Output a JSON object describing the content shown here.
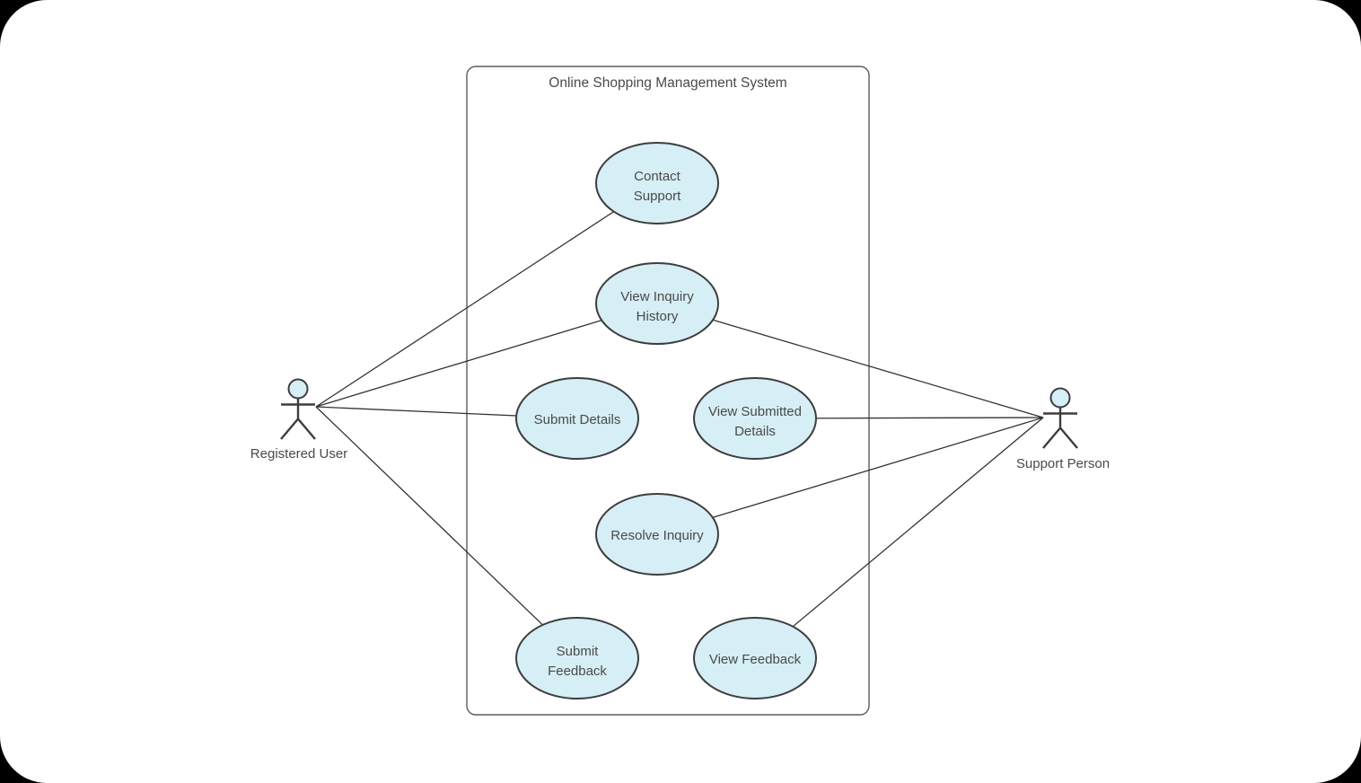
{
  "diagram": {
    "type": "uml-use-case-diagram",
    "system_boundary": {
      "title": "Online Shopping Management System"
    },
    "actors": [
      {
        "id": "registered-user",
        "label": "Registered User"
      },
      {
        "id": "support-person",
        "label": "Support Person"
      }
    ],
    "use_cases": [
      {
        "id": "contact-support",
        "label": "Contact Support",
        "lines": [
          "Contact",
          "Support"
        ]
      },
      {
        "id": "view-inquiry-history",
        "label": "View Inquiry History",
        "lines": [
          "View Inquiry",
          "History"
        ]
      },
      {
        "id": "submit-details",
        "label": "Submit Details",
        "lines": [
          "Submit Details"
        ]
      },
      {
        "id": "view-submitted-details",
        "label": "View Submitted Details",
        "lines": [
          "View Submitted",
          "Details"
        ]
      },
      {
        "id": "resolve-inquiry",
        "label": "Resolve Inquiry",
        "lines": [
          "Resolve Inquiry"
        ]
      },
      {
        "id": "submit-feedback",
        "label": "Submit Feedback",
        "lines": [
          "Submit",
          "Feedback"
        ]
      },
      {
        "id": "view-feedback",
        "label": "View Feedback",
        "lines": [
          "View Feedback"
        ]
      }
    ],
    "associations": [
      {
        "from": "Registered User",
        "to": "Contact Support"
      },
      {
        "from": "Registered User",
        "to": "View Inquiry History"
      },
      {
        "from": "Registered User",
        "to": "Submit Details"
      },
      {
        "from": "Registered User",
        "to": "Submit Feedback"
      },
      {
        "from": "Support Person",
        "to": "View Inquiry History"
      },
      {
        "from": "Support Person",
        "to": "View Submitted Details"
      },
      {
        "from": "Support Person",
        "to": "Resolve Inquiry"
      },
      {
        "from": "Support Person",
        "to": "View Feedback"
      }
    ],
    "colors": {
      "shape_fill": "#d6eef5",
      "shape_stroke": "#3d3d3d",
      "edge_stroke": "#333333",
      "text": "#4a4a4a",
      "boundary_stroke": "#5c5c5c",
      "surface": "#ffffff",
      "frame_background": "#000000"
    }
  }
}
